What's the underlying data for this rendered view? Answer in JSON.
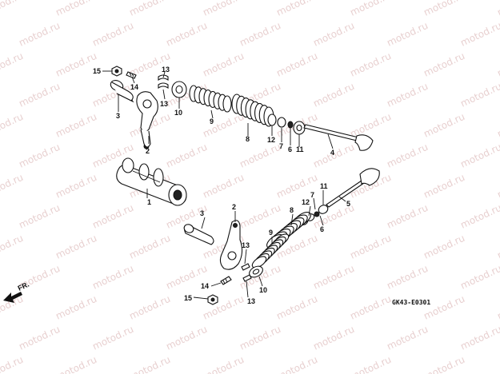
{
  "watermark": {
    "text": "motod.ru",
    "color": "#e6c8c8"
  },
  "diagram_code": "GK43-E0301",
  "front_label": "FR.",
  "callouts": {
    "c1": "1",
    "c2a": "2",
    "c2b": "2",
    "c3a": "3",
    "c3b": "3",
    "c4": "4",
    "c5": "5",
    "c6a": "6",
    "c6b": "6",
    "c7a": "7",
    "c7b": "7",
    "c8a": "8",
    "c8b": "8",
    "c9a": "9",
    "c9b": "9",
    "c10a": "10",
    "c10b": "10",
    "c11a": "11",
    "c11b": "11",
    "c12a": "12",
    "c12b": "12",
    "c13a": "13",
    "c13b": "13",
    "c13c": "13",
    "c13d": "13",
    "c14a": "14",
    "c14b": "14",
    "c15a": "15",
    "c15b": "15"
  }
}
